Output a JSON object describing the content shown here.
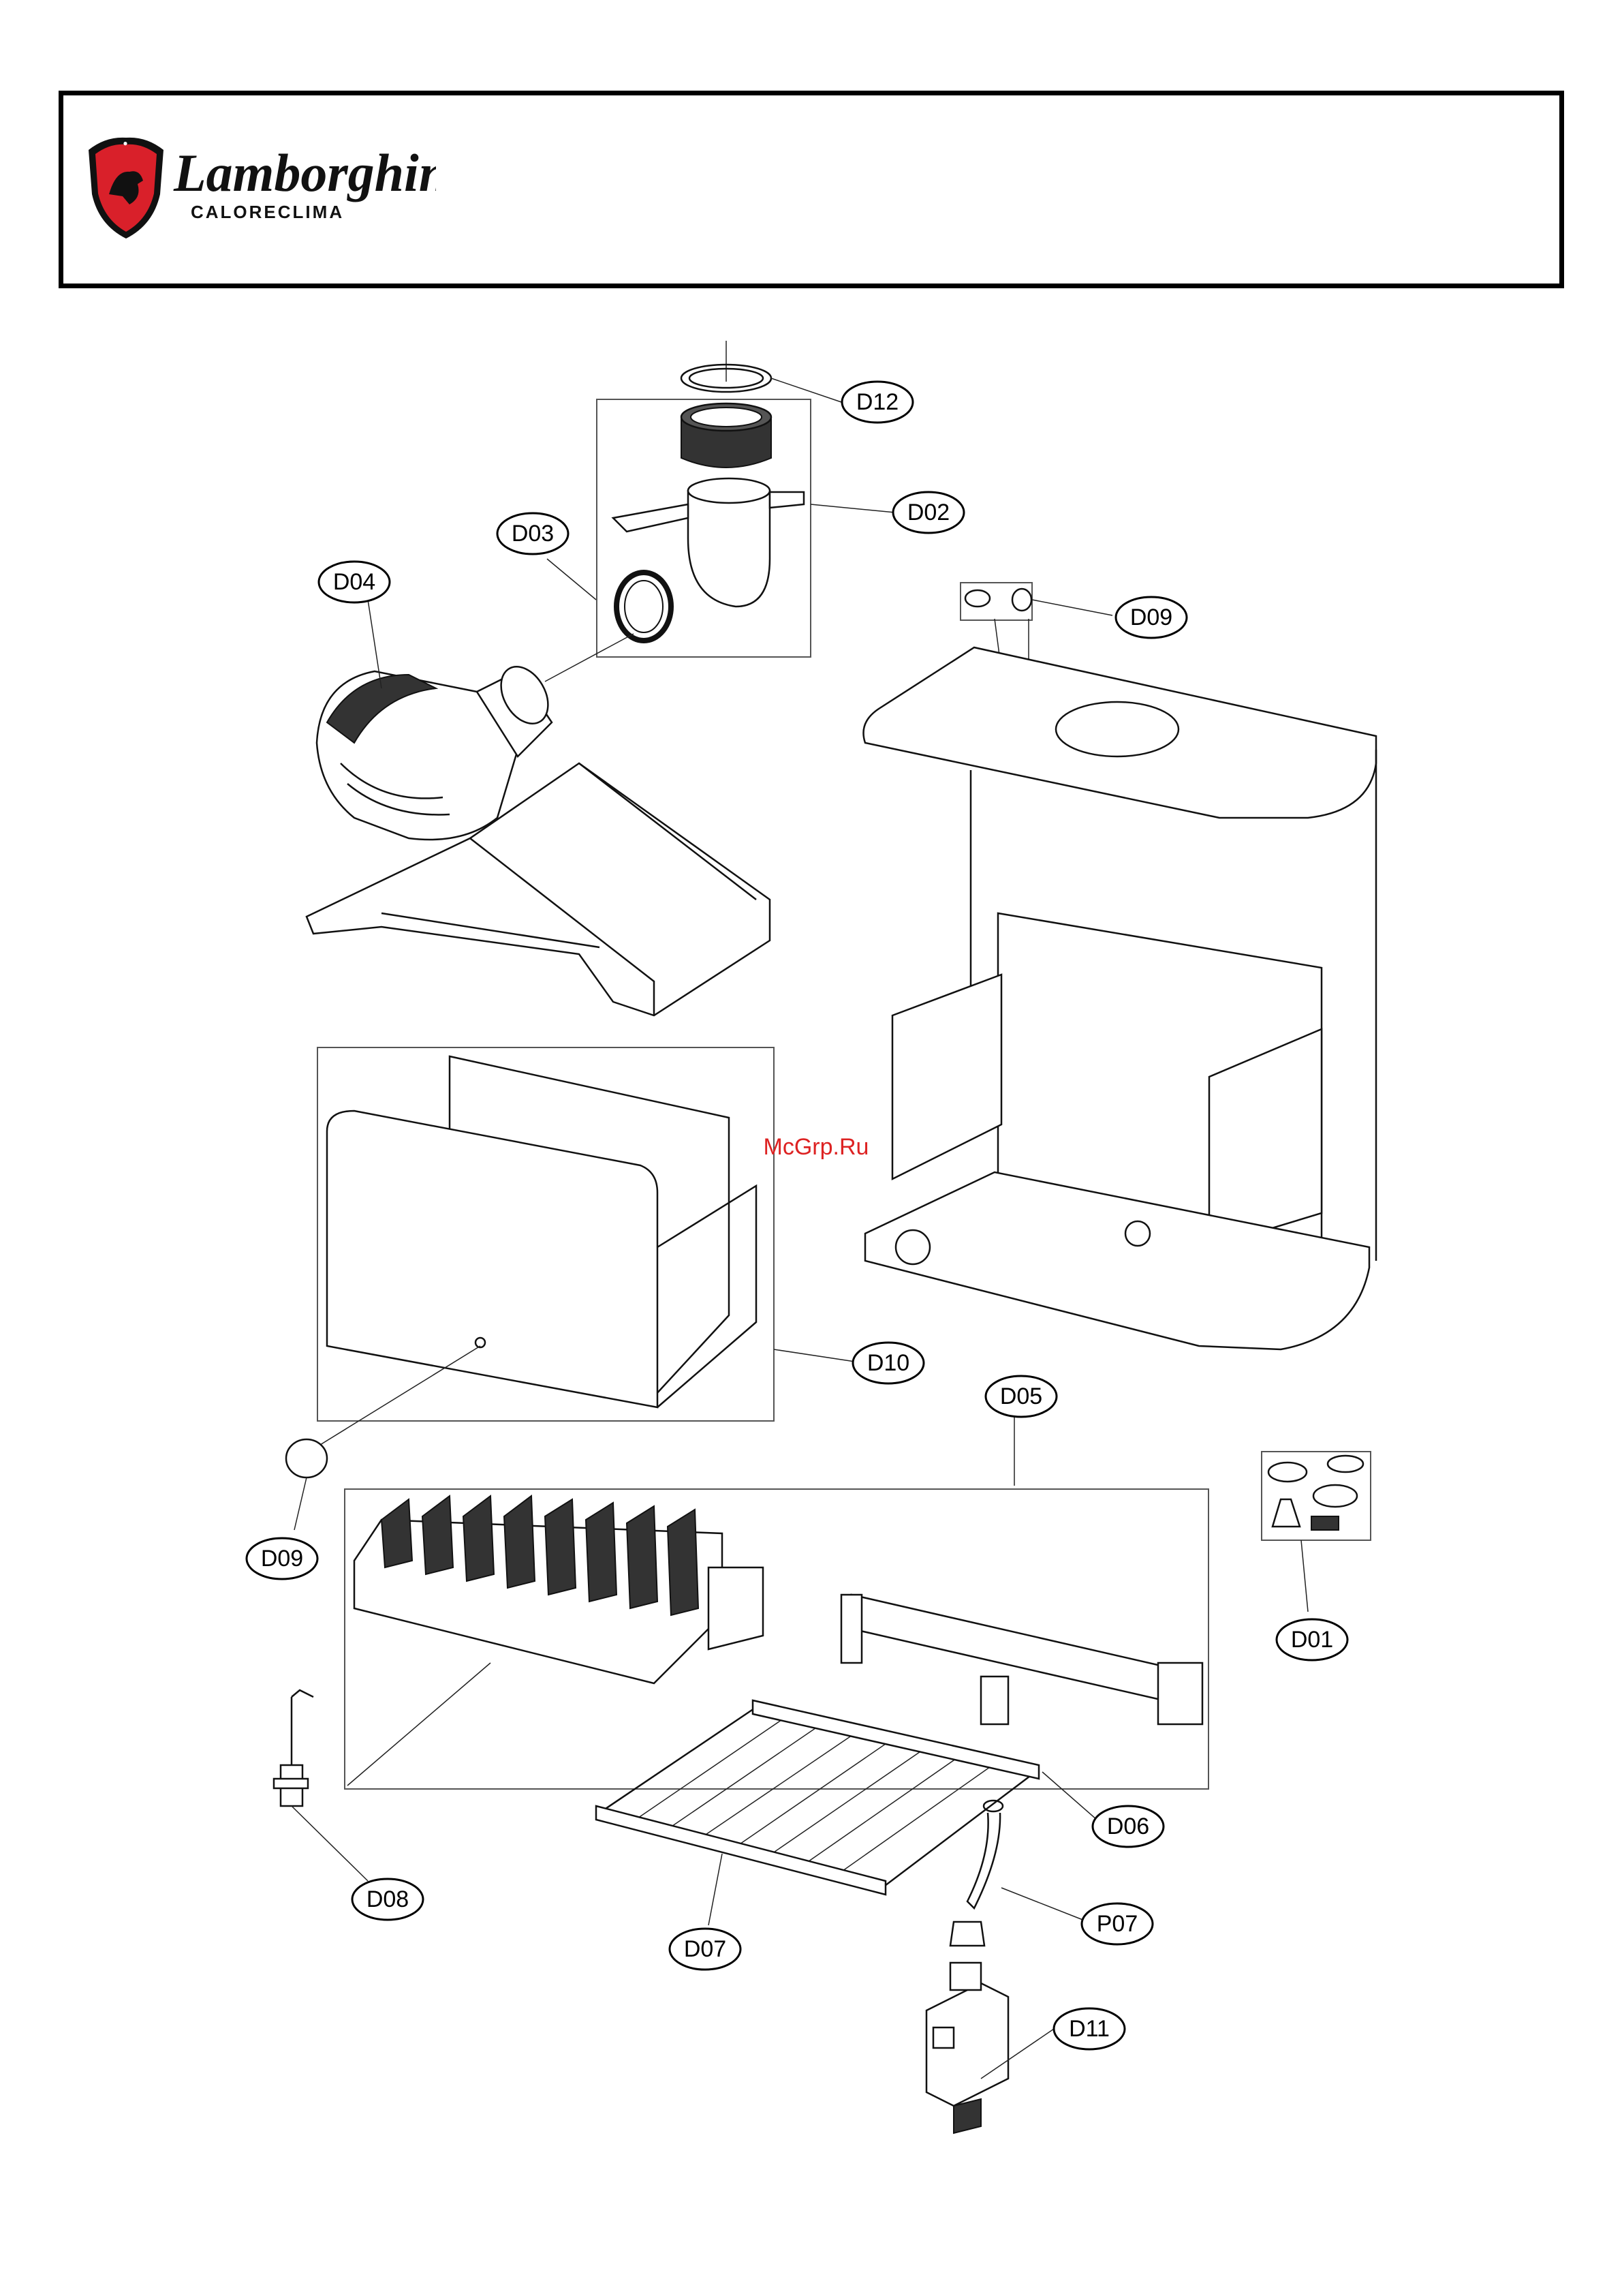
{
  "brand": {
    "name": "Lamborghini",
    "subtitle": "CALORECLIMA"
  },
  "watermark": "McGrp.Ru",
  "callouts": [
    {
      "id": "D12",
      "label": "D12"
    },
    {
      "id": "D02",
      "label": "D02"
    },
    {
      "id": "D03",
      "label": "D03"
    },
    {
      "id": "D04",
      "label": "D04"
    },
    {
      "id": "D09-top",
      "label": "D09"
    },
    {
      "id": "D10",
      "label": "D10"
    },
    {
      "id": "D05",
      "label": "D05"
    },
    {
      "id": "D09-bottom",
      "label": "D09"
    },
    {
      "id": "D01",
      "label": "D01"
    },
    {
      "id": "D06",
      "label": "D06"
    },
    {
      "id": "D08",
      "label": "D08"
    },
    {
      "id": "P07",
      "label": "P07"
    },
    {
      "id": "D07",
      "label": "D07"
    },
    {
      "id": "D11",
      "label": "D11"
    }
  ],
  "colors": {
    "brand_red": "#d9202a",
    "watermark_red": "#d22222"
  }
}
